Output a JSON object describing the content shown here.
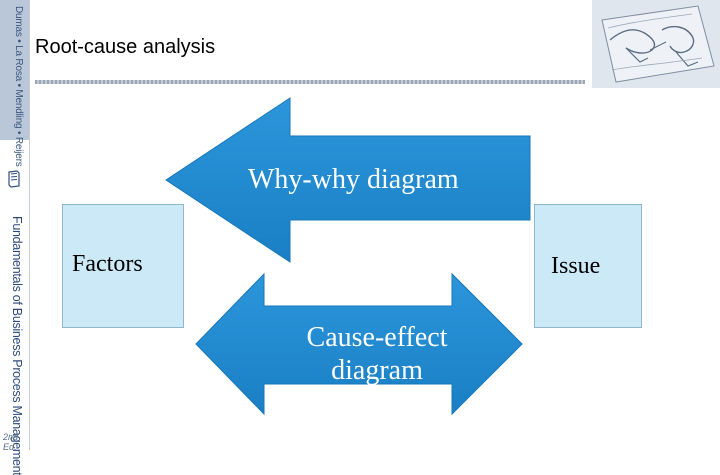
{
  "page": {
    "title": "Root-cause analysis"
  },
  "sidebar": {
    "authors": "Dumas • La Rosa • Mendling • Reijers",
    "book_title": "Fundamentals of Business Process Management",
    "edition": "2nd Ed."
  },
  "diagram": {
    "factors_label": "Factors",
    "issue_label": "Issue",
    "why_why_label": "Why-why diagram",
    "cause_effect_label": "Cause-effect diagram",
    "colors": {
      "arrow": "#1f8ad1",
      "box_fill": "#cbe9f6",
      "box_border": "#8fb8cf"
    }
  }
}
